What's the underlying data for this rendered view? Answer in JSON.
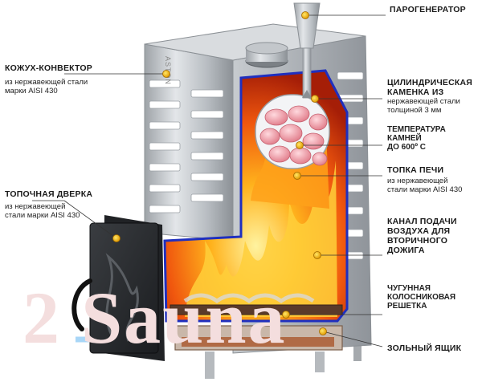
{
  "watermark": "2 Sauna",
  "brand": "ASTON",
  "labels": {
    "steam_generator": {
      "title": "ПАРОГЕНЕРАТОР"
    },
    "convector_casing": {
      "title": "КОЖУХ-КОНВЕКТОР",
      "subtitle": "из нержавеющей стали\nмарки AISI 430"
    },
    "cylindrical_heater": {
      "title": "ЦИЛИНДРИЧЕСКАЯ\nКАМЕНКА ИЗ",
      "subtitle": "нержавеющей стали\nтолщиной 3 мм"
    },
    "stone_temperature": {
      "title": "",
      "subtitle": "ТЕМПЕРАТУРА КАМНЕЙ\nДО 600º С"
    },
    "firebox": {
      "title": "ТОПКА ПЕЧИ",
      "subtitle": "из нержавеющей\nстали марки AISI 430"
    },
    "fire_door": {
      "title": "ТОПОЧНАЯ ДВЕРКА",
      "subtitle": "из нержавеющей\nстали марки AISI 430"
    },
    "air_channel": {
      "title": "КАНАЛ ПОДАЧИ\nВОЗДУХА ДЛЯ\nВТОРИЧНОГО ДОЖИГА"
    },
    "cast_iron_grate": {
      "title": "",
      "subtitle": "ЧУГУННАЯ\nКОЛОСНИКОВАЯ\nРЕШЕТКА"
    },
    "ash_box": {
      "title": "ЗОЛЬНЫЙ ЯЩИК"
    }
  }
}
